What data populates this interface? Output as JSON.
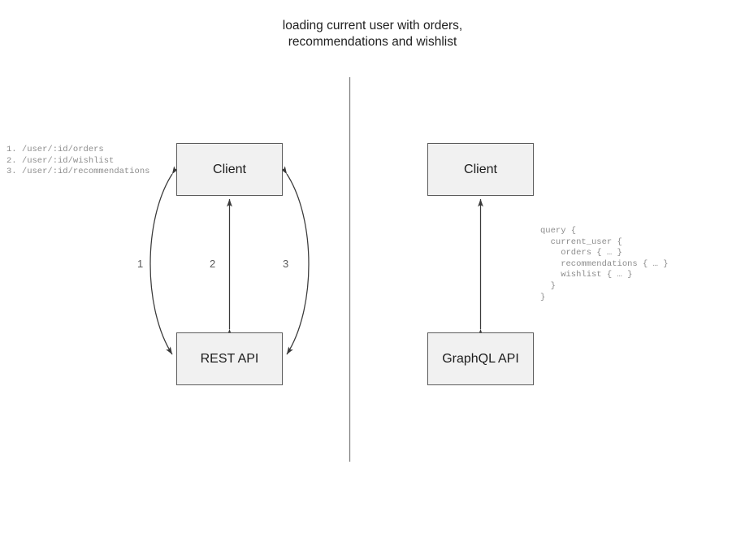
{
  "title": {
    "line1": "loading current user with orders,",
    "line2": "recommendations and wishlist"
  },
  "divider": {
    "name": "panel-divider",
    "color": "#808080"
  },
  "rest_panel": {
    "client_box": "Client",
    "api_box": "REST API",
    "endpoints": "1. /user/:id/orders\n2. /user/:id/wishlist\n3. /user/:id/recommendations",
    "endpoint_list": [
      "1. /user/:id/orders",
      "2. /user/:id/wishlist",
      "3. /user/:id/recommendations"
    ],
    "edges": [
      {
        "label": "1",
        "style": "curved",
        "direction": "bidirectional"
      },
      {
        "label": "2",
        "style": "straight",
        "direction": "bidirectional"
      },
      {
        "label": "3",
        "style": "curved",
        "direction": "bidirectional"
      }
    ]
  },
  "graphql_panel": {
    "client_box": "Client",
    "api_box": "GraphQL API",
    "query": "query {\n  current_user {\n    orders { … }\n    recommendations { … }\n    wishlist { … }\n  }\n}",
    "query_lines": [
      "query {",
      "  current_user {",
      "    orders { … }",
      "    recommendations { … }",
      "    wishlist { … }",
      "  }",
      "}"
    ],
    "edges": [
      {
        "label": "",
        "style": "straight",
        "direction": "bidirectional"
      }
    ]
  },
  "colors": {
    "box_fill": "#f1f1f1",
    "box_border": "#5c5c5c",
    "edge": "#3a3a3a",
    "code_text": "#8d8d8d",
    "title_text": "#1f1f1f",
    "background": "#ffffff"
  }
}
